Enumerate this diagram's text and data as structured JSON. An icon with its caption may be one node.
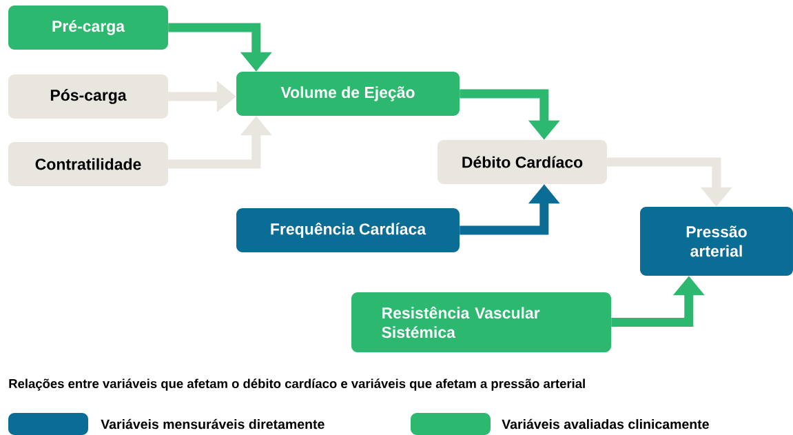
{
  "diagram": {
    "caption": "Relações entre variáveis que afetam o débito cardíaco e variáveis que afetam a pressão arterial",
    "nodes": [
      {
        "text": [
          "Pré-carga"
        ]
      },
      {
        "text": [
          "Pós-carga"
        ]
      },
      {
        "text": [
          "Contratilidade"
        ]
      },
      {
        "text": [
          "Volume de Ejeção"
        ]
      },
      {
        "text": [
          "Débito Cardíaco"
        ]
      },
      {
        "text": [
          "Frequência Cardíaca"
        ]
      },
      {
        "text": [
          "Pressão arterial"
        ]
      },
      {
        "text": [
          "Resistência Vascular Sistémica"
        ]
      }
    ],
    "edges": [
      {
        "from": 0,
        "to": 3,
        "arrow": "to",
        "color": "#2db870"
      },
      {
        "from": 1,
        "to": 3,
        "arrow": "to",
        "color": "#e8e6df"
      },
      {
        "from": 2,
        "to": 3,
        "arrow": "to",
        "color": "#e8e6df"
      },
      {
        "from": 3,
        "to": 4,
        "arrow": "to",
        "color": "#2db870"
      },
      {
        "from": 5,
        "to": 4,
        "arrow": "to",
        "color": "#0a6d96"
      },
      {
        "from": 4,
        "to": 6,
        "arrow": "to",
        "color": "#e8e6df"
      },
      {
        "from": 7,
        "to": 6,
        "arrow": "to",
        "color": "#2db870"
      }
    ],
    "legend": [
      {
        "text": "Variáveis mensuráveis diretamente",
        "color": "#0a6d96"
      },
      {
        "text": "Variáveis avaliadas clinicamente",
        "color": "#2db870"
      }
    ]
  }
}
